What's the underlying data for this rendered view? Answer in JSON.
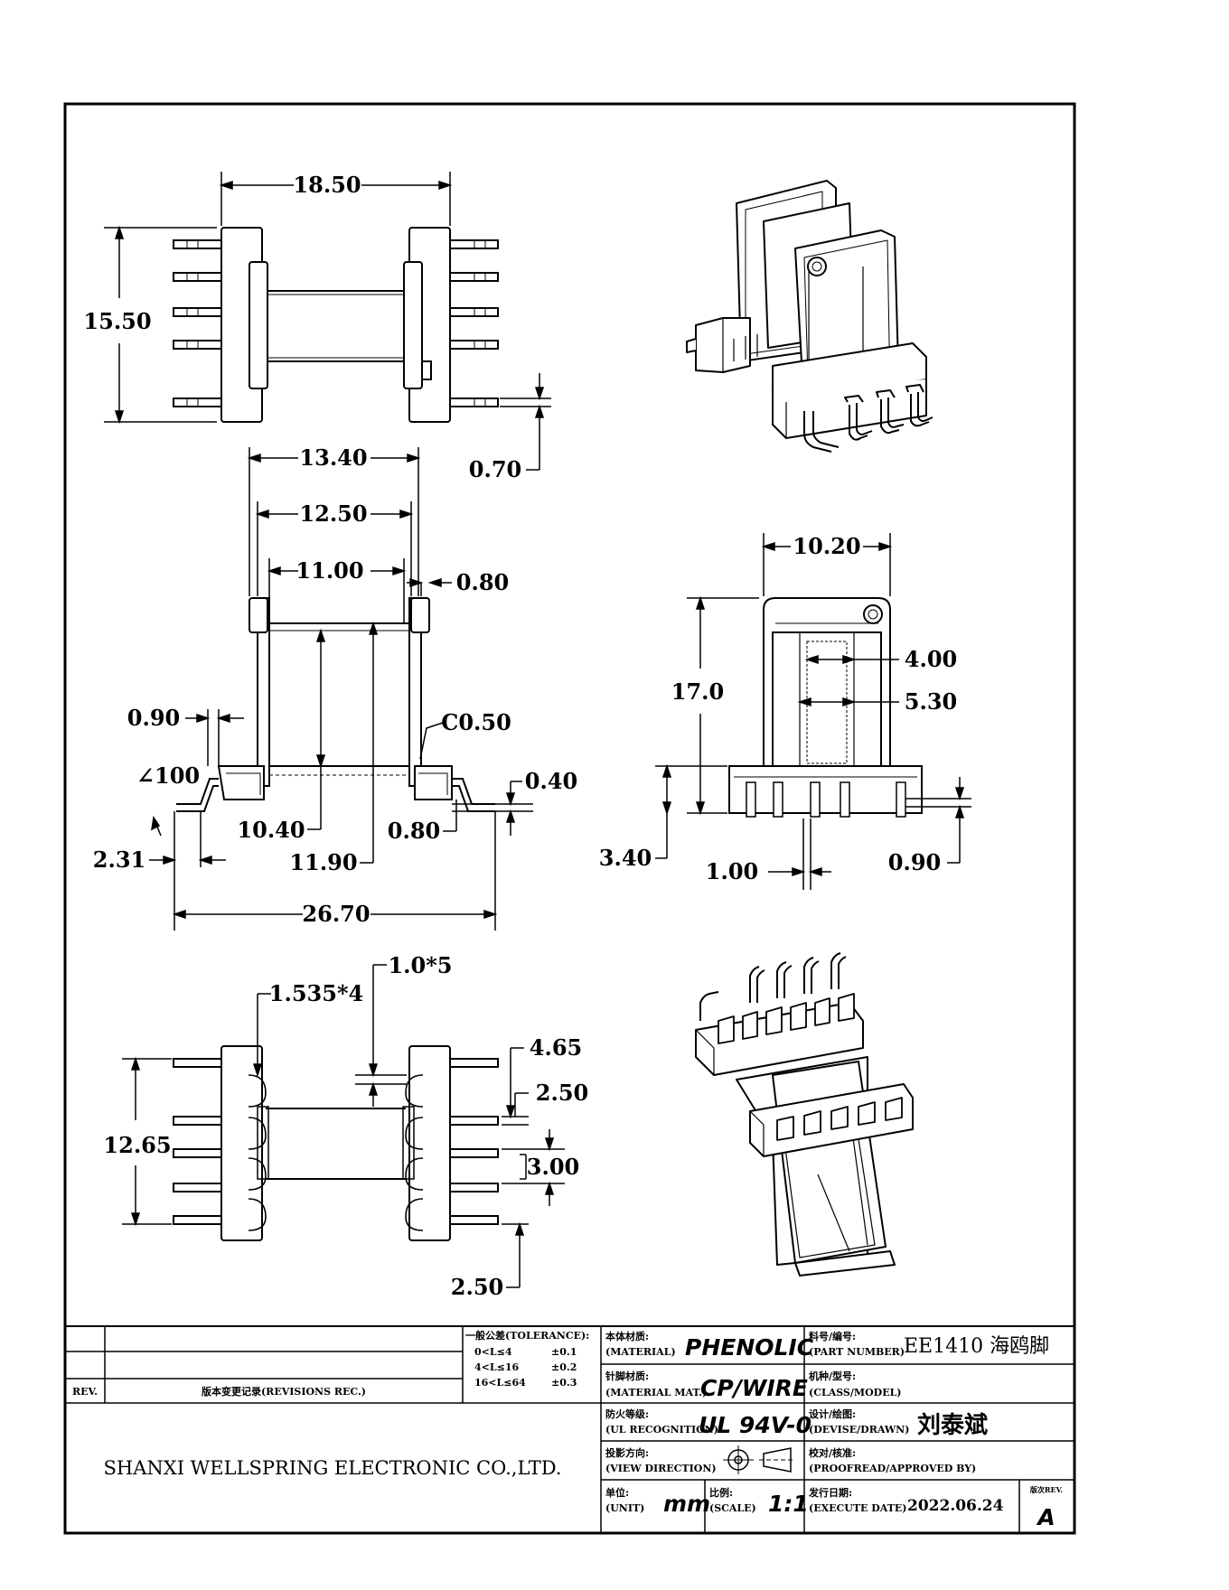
{
  "drawing": {
    "dimensions": {
      "top_width": "18.50",
      "top_height": "15.50",
      "top_pin_thk": "0.70",
      "front_w1": "13.40",
      "front_w2": "12.50",
      "front_w3": "11.00",
      "front_flange": "0.80",
      "front_left_offset": "0.90",
      "front_chamfer": "C0.50",
      "front_angle": "∠100",
      "front_pin_thk": "0.40",
      "front_pin_off": "2.31",
      "front_core_h1": "10.40",
      "front_core_h2": "11.90",
      "front_bottom_off": "0.80",
      "front_total_w": "26.70",
      "side_width": "10.20",
      "side_height": "17.0",
      "side_inner1": "4.00",
      "side_inner2": "5.30",
      "side_base_h": "3.40",
      "side_pin_w": "1.00",
      "side_pin_thk": "0.90",
      "bottom_hole1": "1.535*4",
      "bottom_hole2": "1.0*5",
      "bottom_height": "12.65",
      "bottom_p1": "4.65",
      "bottom_p2": "2.50",
      "bottom_p3": "3.00",
      "bottom_p4": "2.50"
    }
  },
  "titleblock": {
    "tolerance_title": "一般公差(TOLERANCE):",
    "tolerance_rows": [
      {
        "range": "0<L≤4",
        "tol": "±0.1"
      },
      {
        "range": "4<L≤16",
        "tol": "±0.2"
      },
      {
        "range": "16<L≤64",
        "tol": "±0.3"
      }
    ],
    "rev_label": "REV.",
    "revisions_label": "版本变更记录(REVISIONS REC.)",
    "company": "SHANXI WELLSPRING ELECTRONIC CO.,LTD.",
    "material_label_cn": "本体材质:",
    "material_label_en": "(MATERIAL)",
    "material_value": "PHENOLIC",
    "pin_material_label_cn": "针脚材质:",
    "pin_material_label_en": "(MATERIAL MAT.)",
    "pin_material_value": "CP/WIRE",
    "fire_label_cn": "防火等级:",
    "fire_label_en": "(UL RECOGNITION)",
    "fire_value": "UL 94V-0",
    "view_label_cn": "投影方向:",
    "view_label_en": "(VIEW DIRECTION)",
    "unit_label_cn": "单位:",
    "unit_label_en": "(UNIT)",
    "unit_value": "mm",
    "scale_label_cn": "比例:",
    "scale_label_en": "(SCALE)",
    "scale_value": "1:1",
    "part_label_cn": "料号/编号:",
    "part_label_en": "(PART NUMBER)",
    "part_value": "EE1410 海鸥脚",
    "class_label_cn": "机种/型号:",
    "class_label_en": "(CLASS/MODEL)",
    "design_label_cn": "设计/绘图:",
    "design_label_en": "(DEVISE/DRAWN)",
    "design_value": "刘泰斌",
    "proof_label_cn": "校对/核准:",
    "proof_label_en": "(PROOFREAD/APPROVED BY)",
    "date_label_cn": "发行日期:",
    "date_label_en": "(EXECUTE DATE)",
    "date_value": "2022.06.24",
    "version_label": "版次REV.",
    "version_value": "A"
  }
}
